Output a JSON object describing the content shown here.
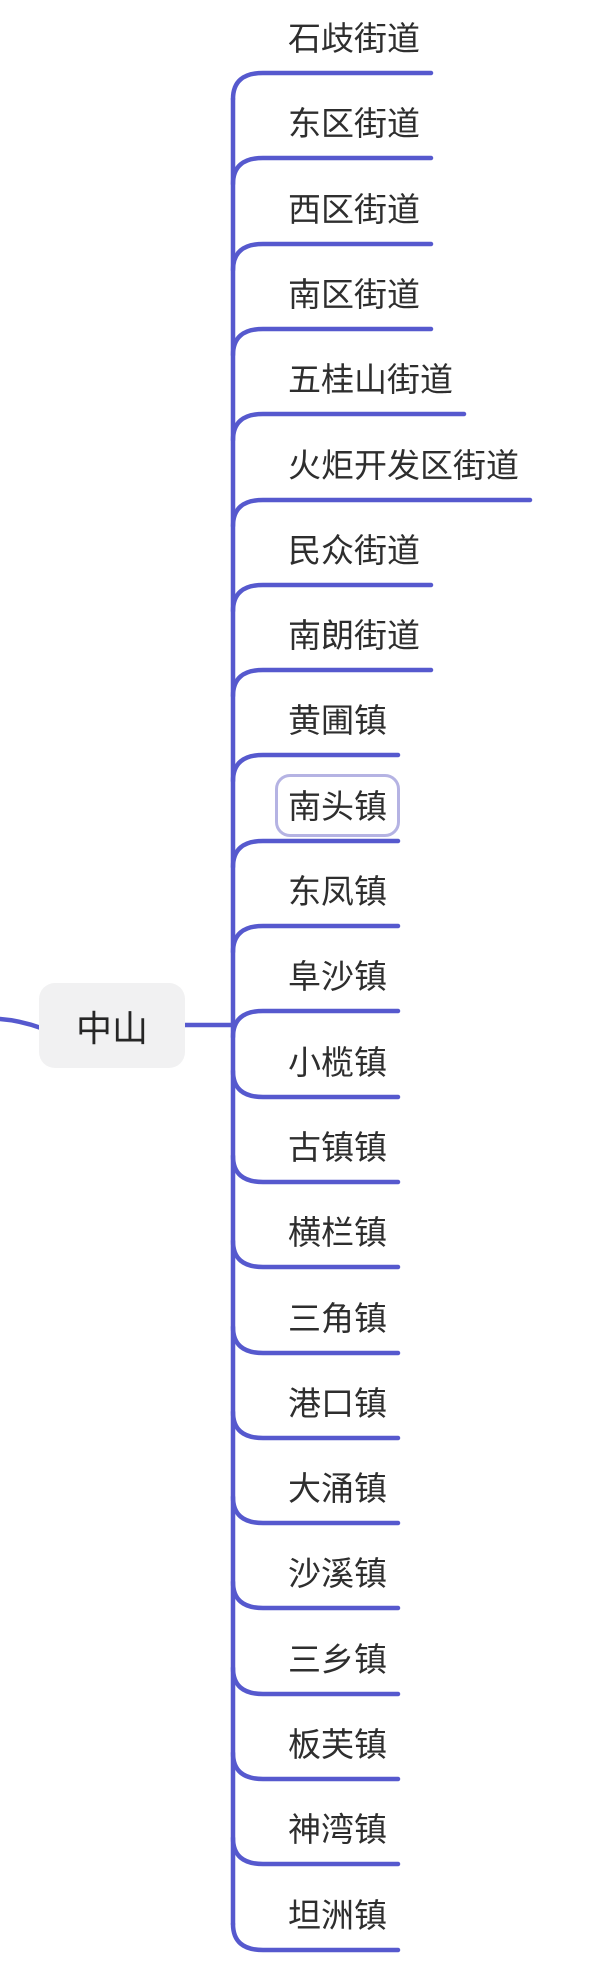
{
  "diagram": {
    "type": "mindmap",
    "orientation": "right",
    "root": {
      "label": "中山"
    },
    "children": [
      {
        "label": "石歧街道",
        "selected": false
      },
      {
        "label": "东区街道",
        "selected": false
      },
      {
        "label": "西区街道",
        "selected": false
      },
      {
        "label": "南区街道",
        "selected": false
      },
      {
        "label": "五桂山街道",
        "selected": false
      },
      {
        "label": "火炬开发区街道",
        "selected": false
      },
      {
        "label": "民众街道",
        "selected": false
      },
      {
        "label": "南朗街道",
        "selected": false
      },
      {
        "label": "黄圃镇",
        "selected": false
      },
      {
        "label": "南头镇",
        "selected": true
      },
      {
        "label": "东凤镇",
        "selected": false
      },
      {
        "label": "阜沙镇",
        "selected": false
      },
      {
        "label": "小榄镇",
        "selected": false
      },
      {
        "label": "古镇镇",
        "selected": false
      },
      {
        "label": "横栏镇",
        "selected": false
      },
      {
        "label": "三角镇",
        "selected": false
      },
      {
        "label": "港口镇",
        "selected": false
      },
      {
        "label": "大涌镇",
        "selected": false
      },
      {
        "label": "沙溪镇",
        "selected": false
      },
      {
        "label": "三乡镇",
        "selected": false
      },
      {
        "label": "板芙镇",
        "selected": false
      },
      {
        "label": "神湾镇",
        "selected": false
      },
      {
        "label": "坦洲镇",
        "selected": false
      }
    ],
    "selected_label": "南头镇"
  },
  "colors": {
    "line": "#5659ce",
    "selected_border": "#b5b3e3",
    "root_bg": "#f1f1f2",
    "topic_text": "#2e2e2e",
    "canvas_bg": "#ffffff"
  }
}
